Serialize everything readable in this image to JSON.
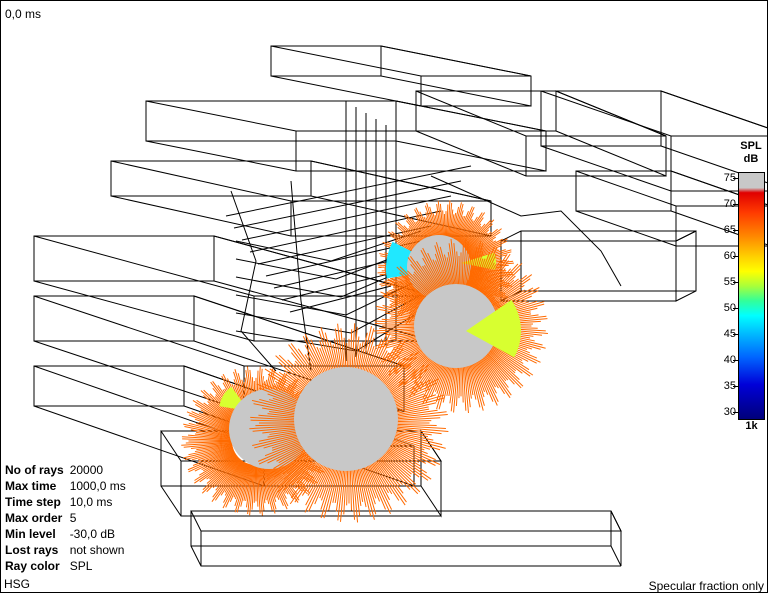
{
  "time_readout": "0,0 ms",
  "info": [
    {
      "key": "No of rays",
      "value": "20000"
    },
    {
      "key": "Max time",
      "value": "1000,0 ms"
    },
    {
      "key": "Time step",
      "value": "10,0 ms"
    },
    {
      "key": "Max order",
      "value": "5"
    },
    {
      "key": "Min level",
      "value": "-30,0 dB"
    },
    {
      "key": "Lost rays",
      "value": "not shown"
    },
    {
      "key": "Ray color",
      "value": "SPL"
    }
  ],
  "footer_left": "HSG",
  "footer_right": "Specular fraction only",
  "legend": {
    "title_line1": "SPL",
    "title_line2": "dB",
    "ticks": [
      "75",
      "70",
      "65",
      "60",
      "55",
      "50",
      "45",
      "40",
      "35",
      "30"
    ],
    "frequency": "1k"
  },
  "colors": {
    "ray_orange": "#ff6a00",
    "ray_yellow": "#d8ff30",
    "ray_cyan": "#20e8ff",
    "sphere_grey": "#c8c8c8",
    "wireframe": "#000000"
  }
}
